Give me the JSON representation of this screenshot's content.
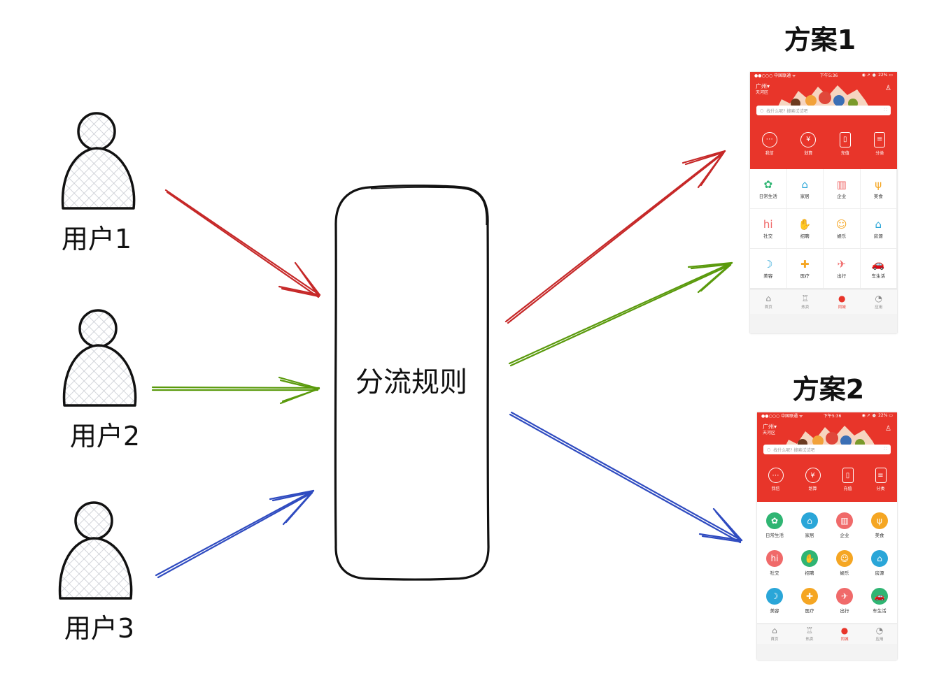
{
  "users": [
    {
      "label": "用户1",
      "color": "#c62828"
    },
    {
      "label": "用户2",
      "color": "#5a9a0c"
    },
    {
      "label": "用户3",
      "color": "#2f4bc0"
    }
  ],
  "router": {
    "label": "分流规则"
  },
  "plans": [
    {
      "title": "方案1",
      "style": "outline"
    },
    {
      "title": "方案2",
      "style": "filled"
    }
  ],
  "app": {
    "status": {
      "carrier": "●●○○○ 中国联通 ᯤ",
      "time": "下午5:36",
      "battery": "◉ ➚ ⏰ 22% ▭"
    },
    "city": "广州▾",
    "district": "天河区",
    "search_placeholder": "找什么呢? 搜索试试吧",
    "top_nav": [
      {
        "label": "我信",
        "icon": "chat-icon",
        "glyph": "⋯"
      },
      {
        "label": "划算",
        "icon": "yuan-icon",
        "glyph": "¥"
      },
      {
        "label": "充值",
        "icon": "phone-icon",
        "glyph": "▯"
      },
      {
        "label": "分类",
        "icon": "list-icon",
        "glyph": "≡"
      }
    ],
    "categories": [
      {
        "label": "日常生活",
        "icon": "clover-icon",
        "glyph": "✿",
        "color": "#2fb573"
      },
      {
        "label": "家居",
        "icon": "sofa-icon",
        "glyph": "⌂",
        "color": "#2aa6d8"
      },
      {
        "label": "企业",
        "icon": "building-icon",
        "glyph": "▥",
        "color": "#f06a6a"
      },
      {
        "label": "美食",
        "icon": "fork-knife-icon",
        "glyph": "ψ",
        "color": "#f5a623"
      },
      {
        "label": "社交",
        "icon": "hi-bubble-icon",
        "glyph": "hi",
        "color": "#f06a6a"
      },
      {
        "label": "招聘",
        "icon": "handshake-icon",
        "glyph": "✋",
        "color": "#2fb573"
      },
      {
        "label": "娱乐",
        "icon": "smile-icon",
        "glyph": "☺",
        "color": "#f5a623"
      },
      {
        "label": "房源",
        "icon": "house-icon",
        "glyph": "⌂",
        "color": "#2aa6d8"
      },
      {
        "label": "美容",
        "icon": "face-icon",
        "glyph": "☽",
        "color": "#2aa6d8"
      },
      {
        "label": "医疗",
        "icon": "clipboard-icon",
        "glyph": "✚",
        "color": "#f5a623"
      },
      {
        "label": "出行",
        "icon": "compass-icon",
        "glyph": "✈",
        "color": "#f06a6a"
      },
      {
        "label": "车生活",
        "icon": "car-icon",
        "glyph": "🚗",
        "color": "#2fb573"
      }
    ],
    "tabs": [
      {
        "label": "首页",
        "icon": "home-icon",
        "glyph": "⌂",
        "active": false
      },
      {
        "label": "热卖",
        "icon": "trophy-icon",
        "glyph": "♖",
        "active": false
      },
      {
        "label": "同城",
        "icon": "location-icon",
        "glyph": "●",
        "active": true
      },
      {
        "label": "应用",
        "icon": "clock-icon",
        "glyph": "◔",
        "active": false
      }
    ]
  },
  "colors": {
    "red": "#c62828",
    "green": "#5a9a0c",
    "blue": "#2f4bc0",
    "app_red": "#e8352a"
  }
}
